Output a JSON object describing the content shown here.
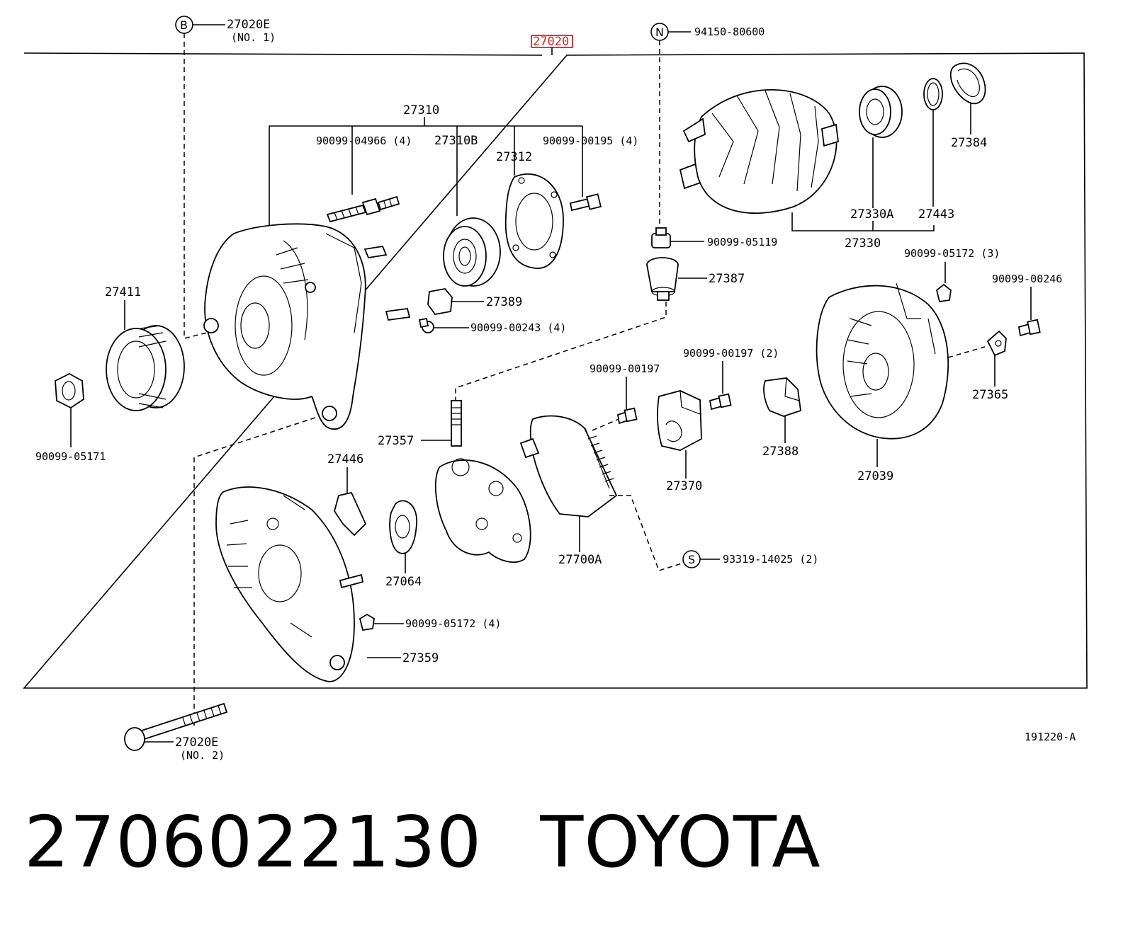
{
  "assembly": {
    "number": "27020",
    "highlight_color": "#e02020"
  },
  "callouts": {
    "b_letter": "B",
    "b_part": "27020E",
    "b_sub": "(NO. 1)",
    "n_letter": "N",
    "n_part": "94150-80600",
    "s_letter": "S",
    "s_part": "93319-14025 (2)",
    "bolt_part": "27020E",
    "bolt_sub": "(NO. 2)"
  },
  "parts": {
    "p27310": "27310",
    "p90099_04966": "90099-04966 (4)",
    "p27310b": "27310B",
    "p27312": "27312",
    "p90099_00195": "90099-00195 (4)",
    "p27384": "27384",
    "p27330a": "27330A",
    "p27443": "27443",
    "p27330": "27330",
    "p90099_05119": "90099-05119",
    "p27387": "27387",
    "p90099_05172_3": "90099-05172 (3)",
    "p90099_00246": "90099-00246",
    "p27411": "27411",
    "p27389": "27389",
    "p90099_00243": "90099-00243 (4)",
    "p90099_00197": "90099-00197",
    "p90099_00197_2": "90099-00197 (2)",
    "p27365": "27365",
    "p90099_05171": "90099-05171",
    "p27357": "27357",
    "p27446": "27446",
    "p27388": "27388",
    "p27039": "27039",
    "p27370": "27370",
    "p27064": "27064",
    "p27700a": "27700A",
    "p90099_05172_4": "90099-05172 (4)",
    "p27359": "27359"
  },
  "diagram_code": "191220-A",
  "footer": {
    "part_number": "2706022130",
    "brand": "TOYOTA"
  }
}
